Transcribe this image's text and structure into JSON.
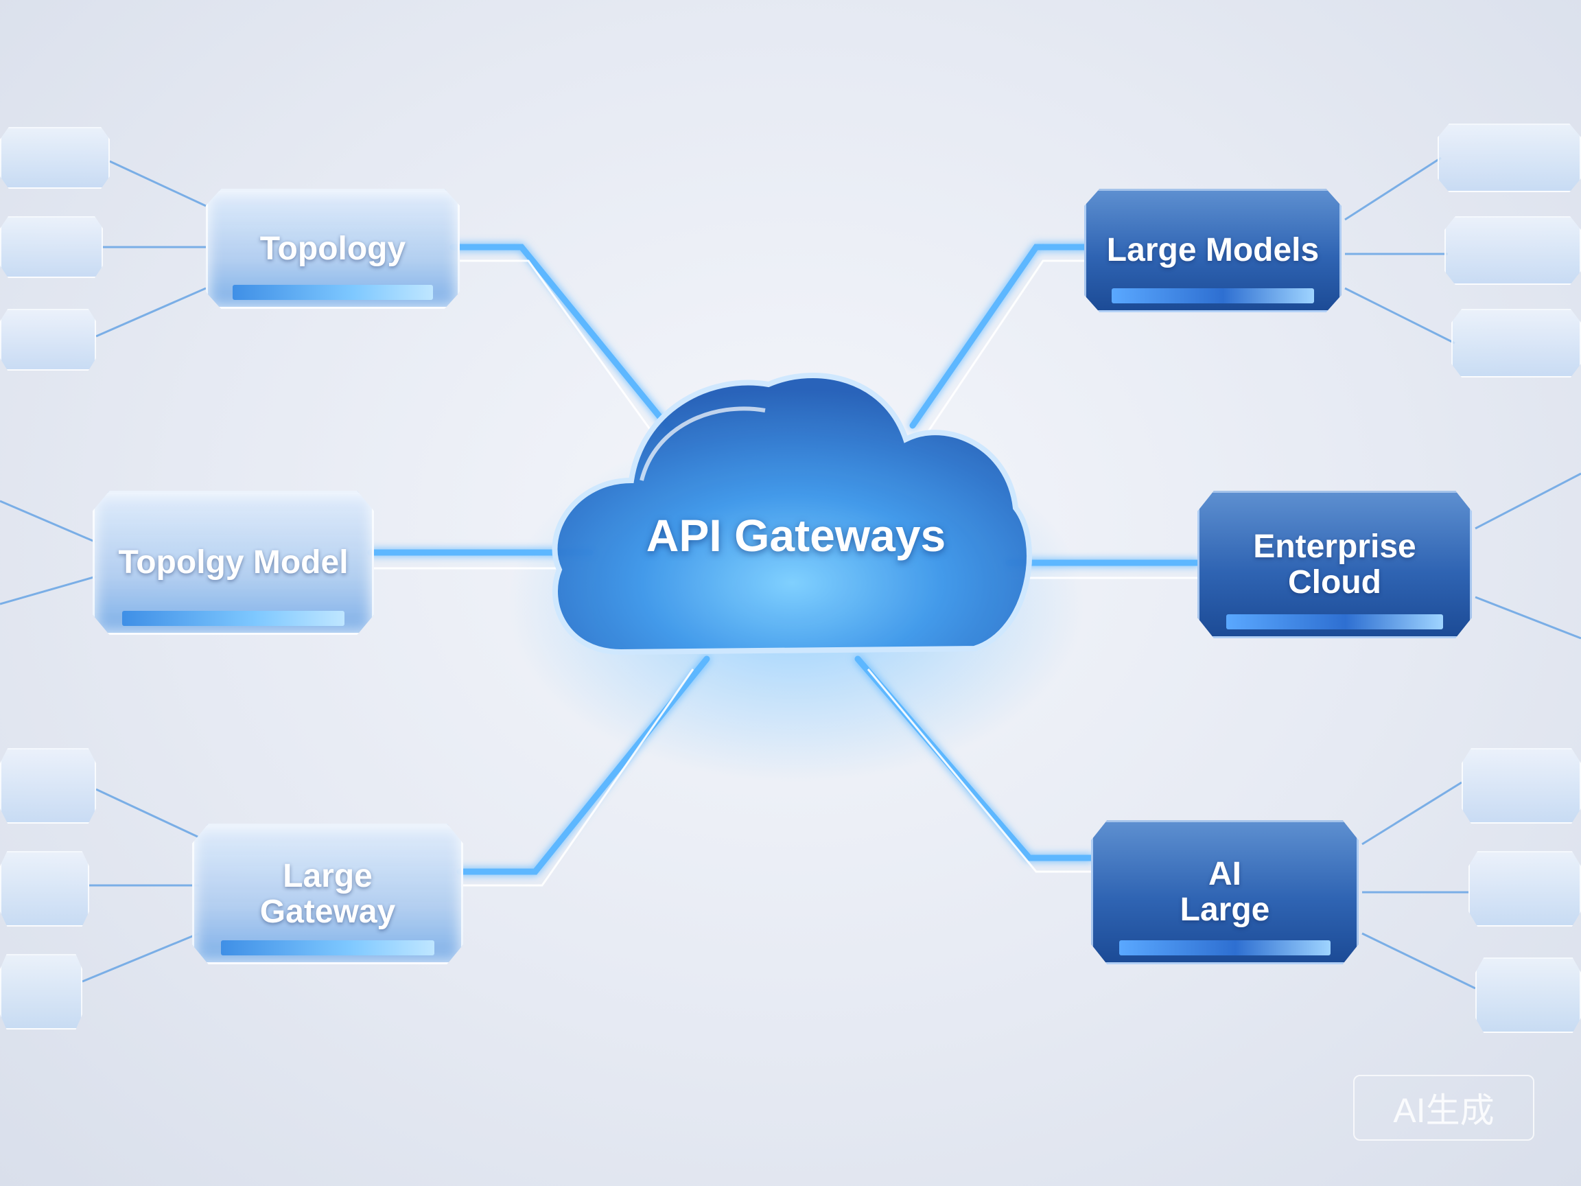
{
  "diagram": {
    "center": {
      "label": "API Gateways"
    },
    "nodes": [
      {
        "id": "topology",
        "label": "Topology",
        "style": "light"
      },
      {
        "id": "topology-model",
        "label": "Topolgy Model",
        "style": "light"
      },
      {
        "id": "large-gateway",
        "label_line1": "Large",
        "label_line2": "Gateway",
        "style": "light"
      },
      {
        "id": "large-models",
        "label": "Large Models",
        "style": "dark"
      },
      {
        "id": "enterprise-cloud",
        "label_line1": "Enterprise",
        "label_line2": "Cloud",
        "style": "dark"
      },
      {
        "id": "ai-large",
        "label_line1": "AI",
        "label_line2": "Large",
        "style": "dark"
      }
    ],
    "connections": [
      {
        "from": "API Gateways",
        "to": "Topology"
      },
      {
        "from": "API Gateways",
        "to": "Topolgy Model"
      },
      {
        "from": "API Gateways",
        "to": "Large Gateway"
      },
      {
        "from": "API Gateways",
        "to": "Large Models"
      },
      {
        "from": "API Gateways",
        "to": "Enterprise Cloud"
      },
      {
        "from": "API Gateways",
        "to": "AI Large"
      }
    ]
  },
  "watermark": "AI生成",
  "colors": {
    "background": "#e6eaf3",
    "glow": "#4fb0ff",
    "cloud": "#3f86dc",
    "dark_node": "#2f64b3",
    "light_node": "#b8d4f2"
  }
}
